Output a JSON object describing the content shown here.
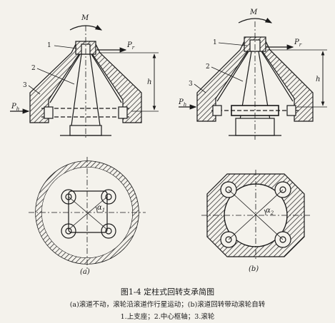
{
  "figure": {
    "panel_a_label": "(a)",
    "panel_b_label": "(b)",
    "labels": {
      "moment": "M",
      "force_r": "P",
      "force_r_sub": "r",
      "force_h": "P",
      "force_h_sub": "h",
      "height": "h",
      "part1": "1",
      "part2": "2",
      "part3": "3",
      "angle_a": "α",
      "angle_a_sub": "1",
      "angle_b": "α",
      "angle_b_sub": "2"
    }
  },
  "caption": {
    "title": "图1-4   定柱式回转支承简图",
    "line1": "(a)滚道不动，滚轮沿滚道作行星运动；(b)滚道回转带动滚轮自转",
    "line2": "1.上支座；2.中心枢轴；3.滚轮"
  },
  "colors": {
    "ink": "#1a1a1a",
    "paper": "#f4f2ec"
  }
}
